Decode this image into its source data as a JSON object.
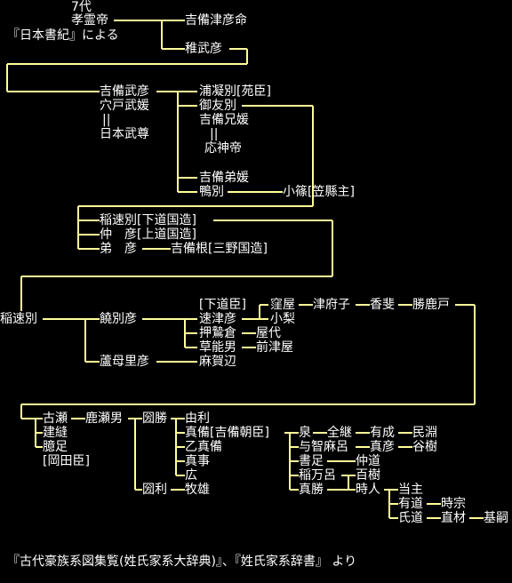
{
  "header": {
    "generation": "7代",
    "source_note": "『日本書紀』による"
  },
  "people": {
    "korei": "孝霊帝",
    "kibitsuhiko": "吉備津彦命",
    "wakatakehiko": "稚武彦",
    "kibi_takehiko": "吉備武彦",
    "anato_takehime": "穴戸武媛",
    "marriage_mark_1": "||",
    "yamato_takeru": "日本武尊",
    "urakoribetsu": "浦凝別[苑臣]",
    "mitomowake": "御友別",
    "kibi_ehime": "吉備兄媛",
    "marriage_mark_2": "||",
    "ojin": "応神帝",
    "kibi_otohime": "吉備弟媛",
    "kamowake": "鴨別",
    "ozasa": "小篠[笠縣主]",
    "inahayawake_1": "稲速別[下道国造]",
    "nakahiko": "仲　彦[上道国造]",
    "otohiko": "弟　彦",
    "kibine": "吉備根[三野国造]",
    "inahayawake_2": "稲速別",
    "kyowakehiko": "饒別彦",
    "shimotsumichi_omi": "[下道臣]",
    "hayatsuhiko": "速津彦",
    "kuboya": "窪屋",
    "otsufuko": "津府子",
    "kahi": "香斐",
    "katsukabeto": "勝鹿戸",
    "oguri": "小梨",
    "oshinagakura": "押鷙倉",
    "yashiro": "屋代",
    "kusanoo": "草能男",
    "maetsuya": "前津屋",
    "ashimorihiko": "蘆母里彦",
    "makabe": "麻賀辺",
    "furuse": "古瀬",
    "kashimao": "鹿瀬男",
    "tatenui": "建縫",
    "kotari": "臆足",
    "okada_omi": "[岡田臣]",
    "kokatsu": "圀勝",
    "yuri": "由利",
    "makibi": "真備[吉備朝臣]",
    "otomakibi": "乙真備",
    "magoto": "真事",
    "hiro": "広",
    "kokuri": "圀利",
    "maki_o": "牧雄",
    "izumi": "泉",
    "zenkei": "全継",
    "arinari": "有成",
    "tamibuchi": "民淵",
    "yochi_maro": "与智麻呂",
    "mahiko": "真彦",
    "taniki": "谷樹",
    "fumitari": "書足",
    "nakamichi": "仲道",
    "inamaro": "稲万呂",
    "momoki": "百樹",
    "makatsu": "真勝",
    "tokito": "時人",
    "tonushi": "当主",
    "arimichi": "有道",
    "tokimune": "時宗",
    "ujimichi": "氏道",
    "naoki": "直材",
    "motoshi": "基嗣"
  },
  "footer": {
    "citation": "『古代豪族系図集覧(姓氏家系大辞典)』、『姓氏家系辞書』 より"
  },
  "colors": {
    "line": "#ffff99",
    "text": "#ffffff",
    "background": "#000000"
  }
}
